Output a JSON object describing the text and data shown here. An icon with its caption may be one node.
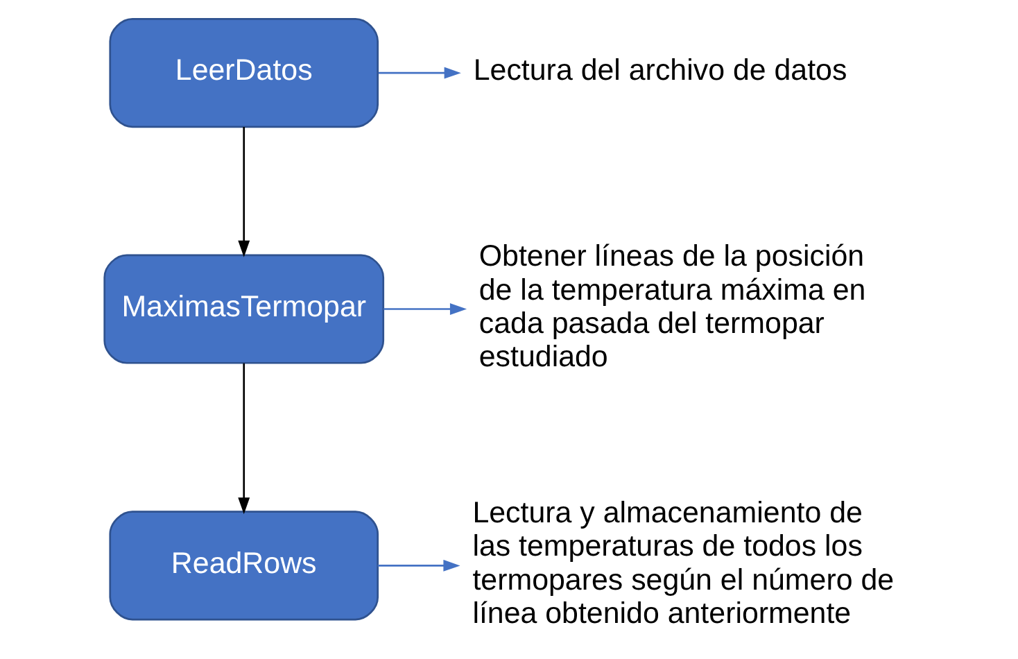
{
  "diagram": {
    "nodes": [
      {
        "text": [
          "LeerDatos"
        ]
      },
      {
        "text": [
          "Lectura del archivo de datos"
        ]
      },
      {
        "text": [
          "MaximasTermopar"
        ]
      },
      {
        "text": [
          "Obtener líneas de la posición de la temperatura máxima en cada pasada del termopar estudiado"
        ]
      },
      {
        "text": [
          "ReadRows"
        ]
      },
      {
        "text": [
          "Lectura y almacenamiento de las temperaturas de todos los termopares según el número de línea obtenido anteriormente"
        ]
      }
    ],
    "edges": [
      {
        "from": 0,
        "to": 1,
        "arrow": "to",
        "color": "#4472c4"
      },
      {
        "from": 0,
        "to": 2,
        "arrow": "to",
        "color": "#000000"
      },
      {
        "from": 2,
        "to": 3,
        "arrow": "to",
        "color": "#4472c4"
      },
      {
        "from": 2,
        "to": 4,
        "arrow": "to",
        "color": "#000000"
      },
      {
        "from": 4,
        "to": 5,
        "arrow": "to",
        "color": "#4472c4"
      }
    ]
  }
}
